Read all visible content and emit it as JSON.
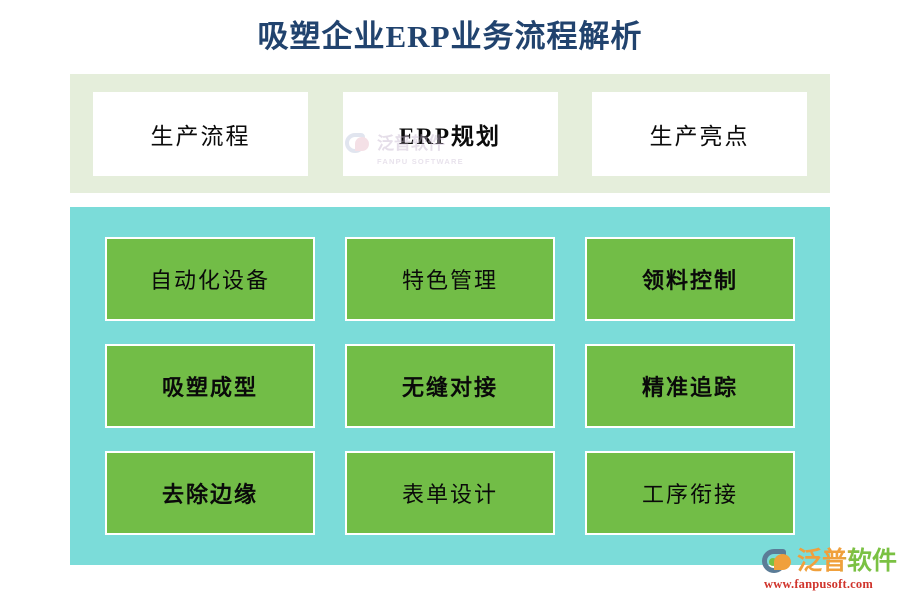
{
  "page": {
    "title": "吸塑企业ERP业务流程解析",
    "title_color": "#21436e",
    "background": "#ffffff"
  },
  "top_band": {
    "background_color": "#e5eedb",
    "card_background": "#ffffff",
    "cards": [
      {
        "label": "生产流程",
        "emphasis": "normal"
      },
      {
        "label": "ERP规划",
        "emphasis": "bold"
      },
      {
        "label": "生产亮点",
        "emphasis": "normal"
      }
    ]
  },
  "watermark": {
    "name": "泛普软件",
    "subtitle": "FANPU SOFTWARE",
    "icon": "fanpu-logo-watermark-icon"
  },
  "grid_panel": {
    "background_color": "#7bdcd9",
    "cell_background": "#72bd47",
    "cell_border_color": "#ffffff",
    "rows": [
      [
        {
          "label": "自动化设备",
          "emphasis": "normal"
        },
        {
          "label": "特色管理",
          "emphasis": "normal"
        },
        {
          "label": "领料控制",
          "emphasis": "bold"
        }
      ],
      [
        {
          "label": "吸塑成型",
          "emphasis": "bold"
        },
        {
          "label": "无缝对接",
          "emphasis": "bold"
        },
        {
          "label": "精准追踪",
          "emphasis": "bold"
        }
      ],
      [
        {
          "label": "去除边缘",
          "emphasis": "bold"
        },
        {
          "label": "表单设计",
          "emphasis": "normal"
        },
        {
          "label": "工序衔接",
          "emphasis": "normal"
        }
      ]
    ]
  },
  "brand": {
    "name": "泛普软件",
    "url": "www.fanpusoft.com",
    "icon": "fanpu-logo-icon",
    "orange": "#f0a03c",
    "green": "#7ac143",
    "url_color": "#d0342c"
  }
}
